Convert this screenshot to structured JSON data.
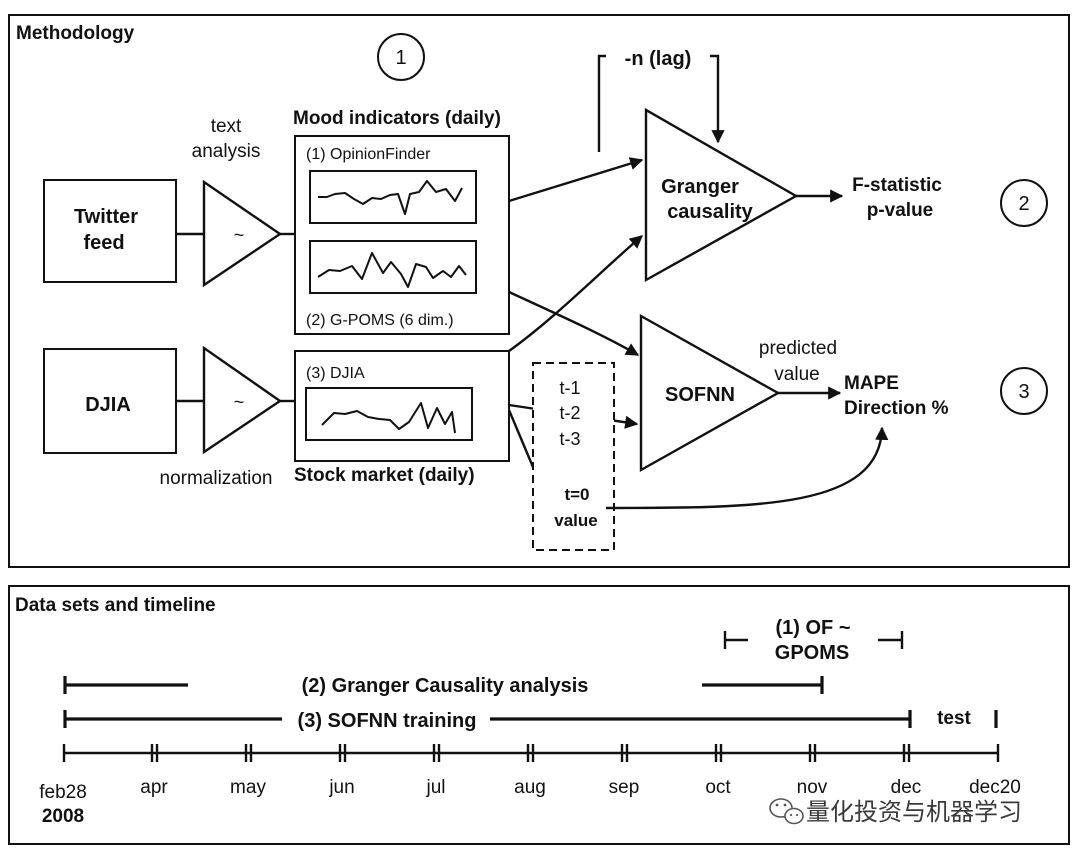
{
  "methodology": {
    "title": "Methodology",
    "step_numbers": [
      "1",
      "2",
      "3"
    ],
    "inputs": {
      "twitter": [
        "Twitter",
        "feed"
      ],
      "djia": "DJIA"
    },
    "processing": {
      "text_analysis": [
        "text",
        "analysis"
      ],
      "normalization": "normalization",
      "tilde": "~"
    },
    "mood_panel": {
      "title": "Mood indicators (daily)",
      "opinionfinder": "(1) OpinionFinder",
      "gpoms": "(2) G-POMS (6 dim.)"
    },
    "stock_panel": {
      "title": "Stock market (daily)",
      "djia": "(3) DJIA"
    },
    "lag_label": "-n (lag)",
    "granger": {
      "label": [
        "Granger",
        "causality"
      ],
      "outputs": [
        "F-statistic",
        "p-value"
      ]
    },
    "sofnn": {
      "label": "SOFNN",
      "predicted": [
        "predicted",
        "value"
      ],
      "outputs": [
        "MAPE",
        "Direction %"
      ]
    },
    "lag_inputs": [
      "t-1",
      "t-2",
      "t-3"
    ],
    "t0": [
      "t=0",
      "value"
    ]
  },
  "timeline": {
    "title": "Data sets and timeline",
    "ranges": {
      "of_gpoms": [
        "(1) OF ~",
        "GPOMS"
      ],
      "granger": "(2) Granger Causality analysis",
      "sofnn": "(3) SOFNN training",
      "test": "test"
    },
    "months": [
      "feb28",
      "apr",
      "may",
      "jun",
      "jul",
      "aug",
      "sep",
      "oct",
      "nov",
      "dec",
      "dec20"
    ],
    "year": "2008"
  },
  "watermark": "量化投资与机器学习",
  "icon": {
    "watermark": "wechat-icon"
  }
}
